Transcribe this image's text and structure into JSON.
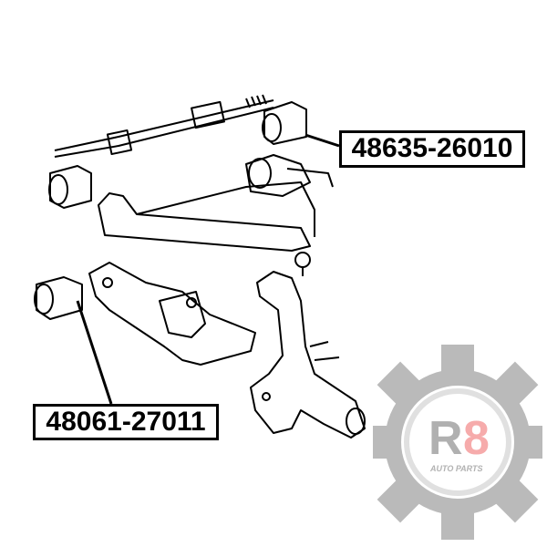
{
  "parts": [
    {
      "part_number": "48635-26010"
    },
    {
      "part_number": "48061-27011"
    }
  ],
  "logo": {
    "brand": "R8",
    "tagline": "AUTO PARTS",
    "gear_color": "#b3b3b3",
    "accent_color": "#f6a3a3"
  }
}
